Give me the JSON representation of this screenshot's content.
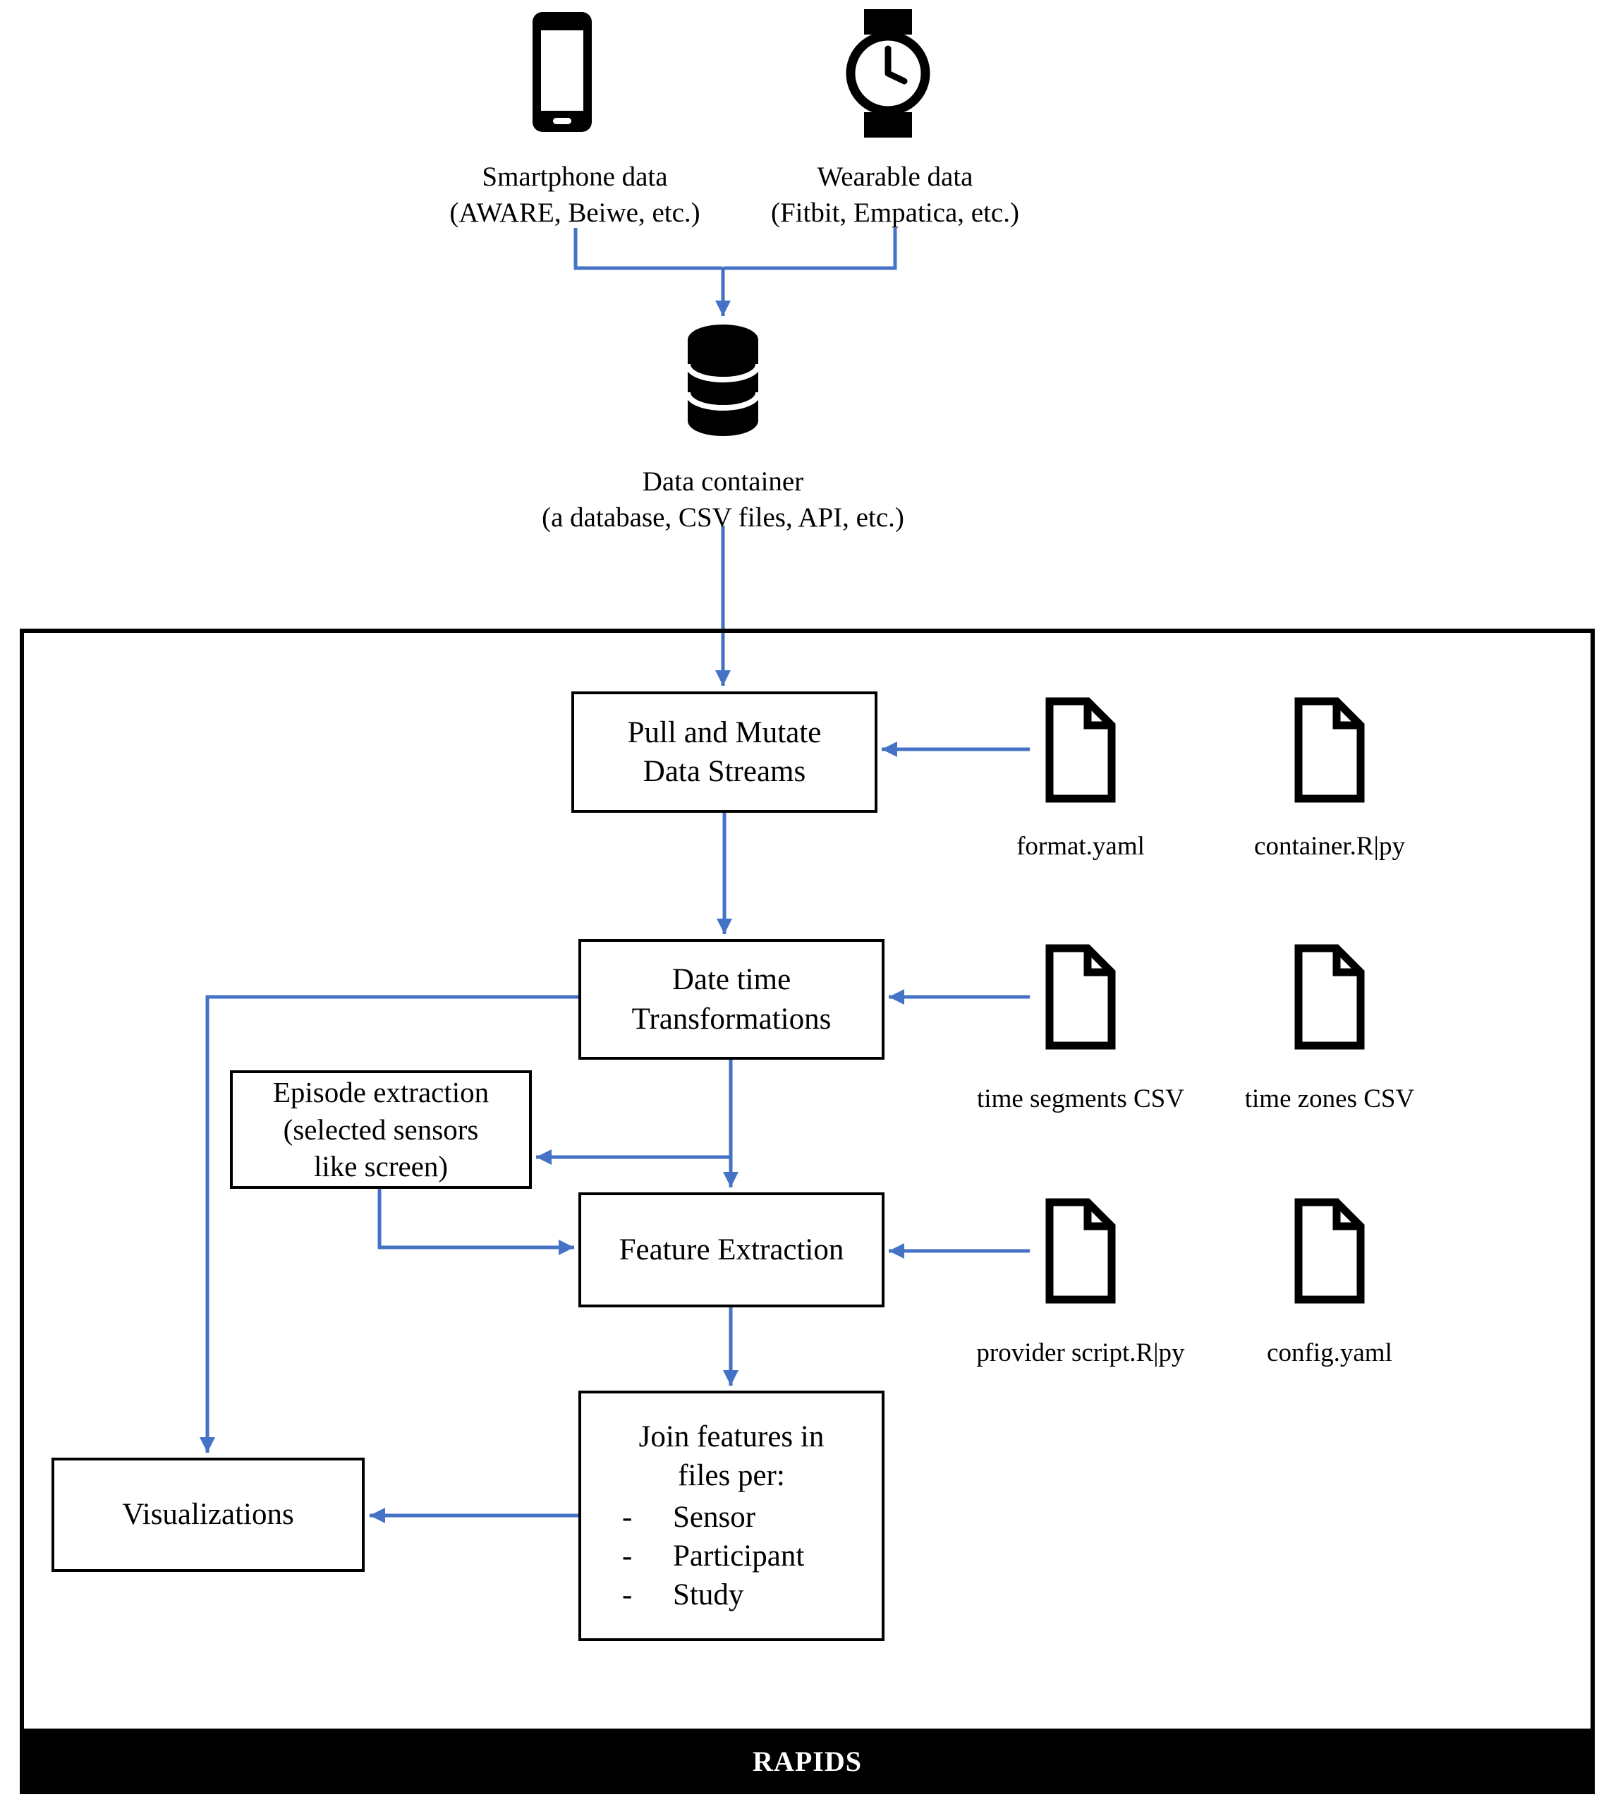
{
  "sources": {
    "smartphone": {
      "line1": "Smartphone data",
      "line2": "(AWARE, Beiwe, etc.)"
    },
    "wearable": {
      "line1": "Wearable data",
      "line2": "(Fitbit, Empatica, etc.)"
    }
  },
  "data_container": {
    "line1": "Data container",
    "line2": "(a database, CSV files, API, etc.)"
  },
  "nodes": {
    "pull": {
      "line1": "Pull and Mutate",
      "line2": "Data Streams"
    },
    "datetime": {
      "line1": "Date time",
      "line2": "Transformations"
    },
    "episode": {
      "line1": "Episode extraction",
      "line2": "(selected sensors",
      "line3": "like screen)"
    },
    "feature": {
      "label": "Feature Extraction"
    },
    "join": {
      "line1": "Join features in",
      "line2": "files per:",
      "bullet": "-",
      "items": [
        "Sensor",
        "Participant",
        "Study"
      ]
    },
    "visualizations": {
      "label": "Visualizations"
    }
  },
  "files": {
    "format_yaml": {
      "label": "format.yaml"
    },
    "container_rpy": {
      "label": "container.R|py"
    },
    "time_segments": {
      "label": "time segments CSV"
    },
    "time_zones": {
      "label": "time zones CSV"
    },
    "provider_script": {
      "label": "provider script.R|py"
    },
    "config_yaml": {
      "label": "config.yaml"
    }
  },
  "footer": {
    "label": "RAPIDS"
  },
  "colors": {
    "connector": "#4472C4",
    "border": "#000000"
  }
}
